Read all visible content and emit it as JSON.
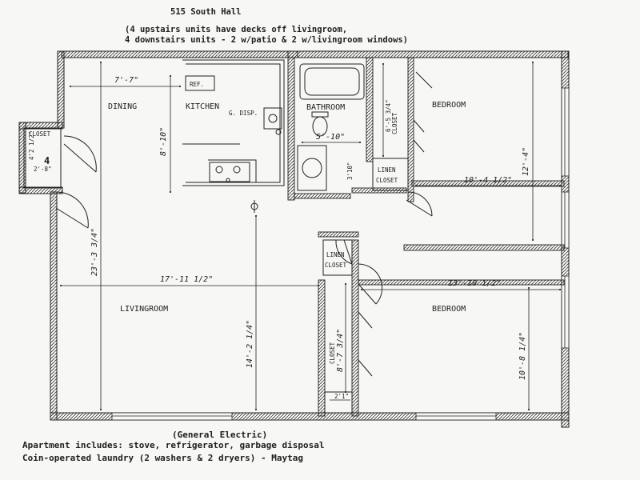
{
  "header": {
    "title": "515 South Hall",
    "line1": "(4 upstairs units have decks off livingroom,",
    "line2": "4 downstairs units - 2 w/patio & 2 w/livingroom windows)"
  },
  "rooms": {
    "dining": "DINING",
    "kitchen": "KITCHEN",
    "bathroom": "BATHROOM",
    "bedroom1": "BEDROOM",
    "livingroom": "LIVINGROOM",
    "bedroom2": "BEDROOM",
    "linen1a": "LINEN",
    "linen1b": "CLOSET",
    "linen2a": "LINEN",
    "linen2b": "CLOSET",
    "closet_entry": "CLOSET",
    "closet_bed1": "CLOSET",
    "closet_bed2": "CLOSET"
  },
  "fixtures": {
    "ref": "REF.",
    "gdisp": "G. DISP.",
    "entry_number": "4"
  },
  "dimensions": {
    "dining_width": "7'-7\"",
    "kitchen_depth": "8'-10\"",
    "bath_width": "5'-10\"",
    "bath_small": "3'10\"",
    "closet_bed1": "6'-5 3/4\"",
    "bed1_width": "10'-4 1/2\"",
    "bed1_depth": "12'-4\"",
    "entry_closet_w": "4'2 1/2\"",
    "entry_closet_d": "2'-8\"",
    "overall_depth": "23'-3 3/4\"",
    "living_width": "17'-11 1/2\"",
    "living_depth": "14'-2 1/4\"",
    "closet_bed2": "8'-7 3/4\"",
    "closet_bed2_w": "2'1\"",
    "bed2_width": "13'-10 1/2\"",
    "bed2_depth": "10'-8 1/4\""
  },
  "footer": {
    "brand": "(General Electric)",
    "line1": "Apartment includes: stove, refrigerator, garbage disposal",
    "line2": "Coin-operated laundry (2 washers & 2 dryers) - Maytag"
  }
}
